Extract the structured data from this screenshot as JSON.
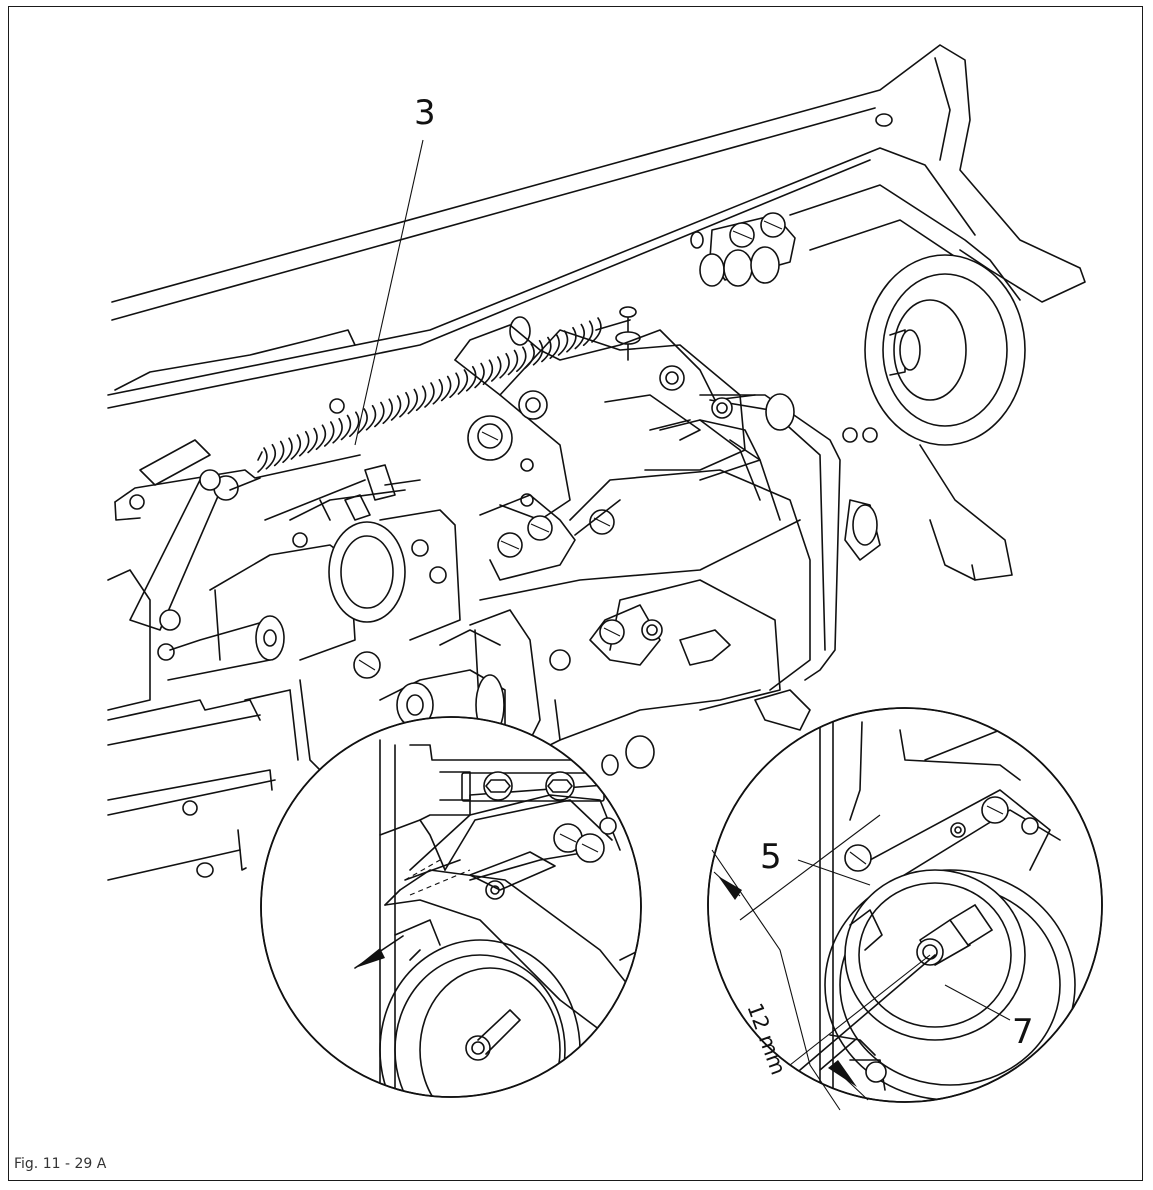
{
  "figure": {
    "caption": "Fig. 11 - 29 A"
  },
  "callouts": {
    "label_3": "3",
    "label_5": "5",
    "label_7": "7"
  },
  "dimension": {
    "text": "12 mm"
  },
  "colors": {
    "line": "#111111",
    "background": "#ffffff"
  }
}
